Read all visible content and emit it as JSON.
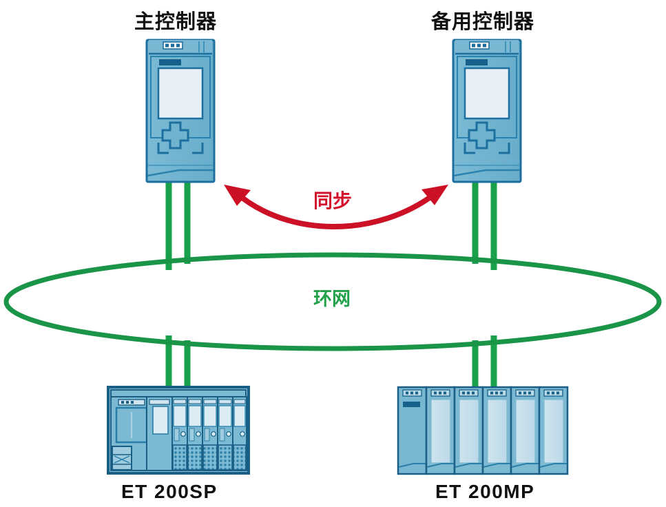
{
  "diagram": {
    "title_primary_controller": "主控制器",
    "title_backup_controller": "备用控制器",
    "sync_label": "同步",
    "ring_label": "环网",
    "device_left_label": "ET 200SP",
    "device_right_label": "ET 200MP",
    "colors": {
      "ring_green": "#1a9447",
      "cable_green": "#18a04a",
      "sync_red": "#d4112a",
      "device_body": "#6fb3cf",
      "device_outline": "#1c6f9e",
      "device_screen": "#e6f0f6",
      "text_black": "#111111"
    },
    "icons": {
      "primary_controller": "plc-controller-icon",
      "backup_controller": "plc-controller-icon",
      "ring_network": "ring-network-icon",
      "sync_arrow": "double-arrow-icon",
      "et200sp": "io-rack-icon",
      "et200mp": "io-rack-icon"
    },
    "nodes": [
      {
        "name": "主控制器",
        "type": "controller",
        "role": "primary"
      },
      {
        "name": "备用控制器",
        "type": "controller",
        "role": "backup"
      },
      {
        "name": "ET 200SP",
        "type": "distributed-io",
        "modules": 7
      },
      {
        "name": "ET 200MP",
        "type": "distributed-io",
        "modules": 6
      }
    ],
    "links": [
      {
        "from": "主控制器",
        "to": "环网",
        "medium": "ring",
        "lines": 2
      },
      {
        "from": "备用控制器",
        "to": "环网",
        "medium": "ring",
        "lines": 2
      },
      {
        "from": "环网",
        "to": "ET 200SP",
        "medium": "ring",
        "lines": 2
      },
      {
        "from": "环网",
        "to": "ET 200MP",
        "medium": "ring",
        "lines": 2
      },
      {
        "from": "主控制器",
        "to": "备用控制器",
        "medium": "sync",
        "label": "同步"
      }
    ]
  }
}
